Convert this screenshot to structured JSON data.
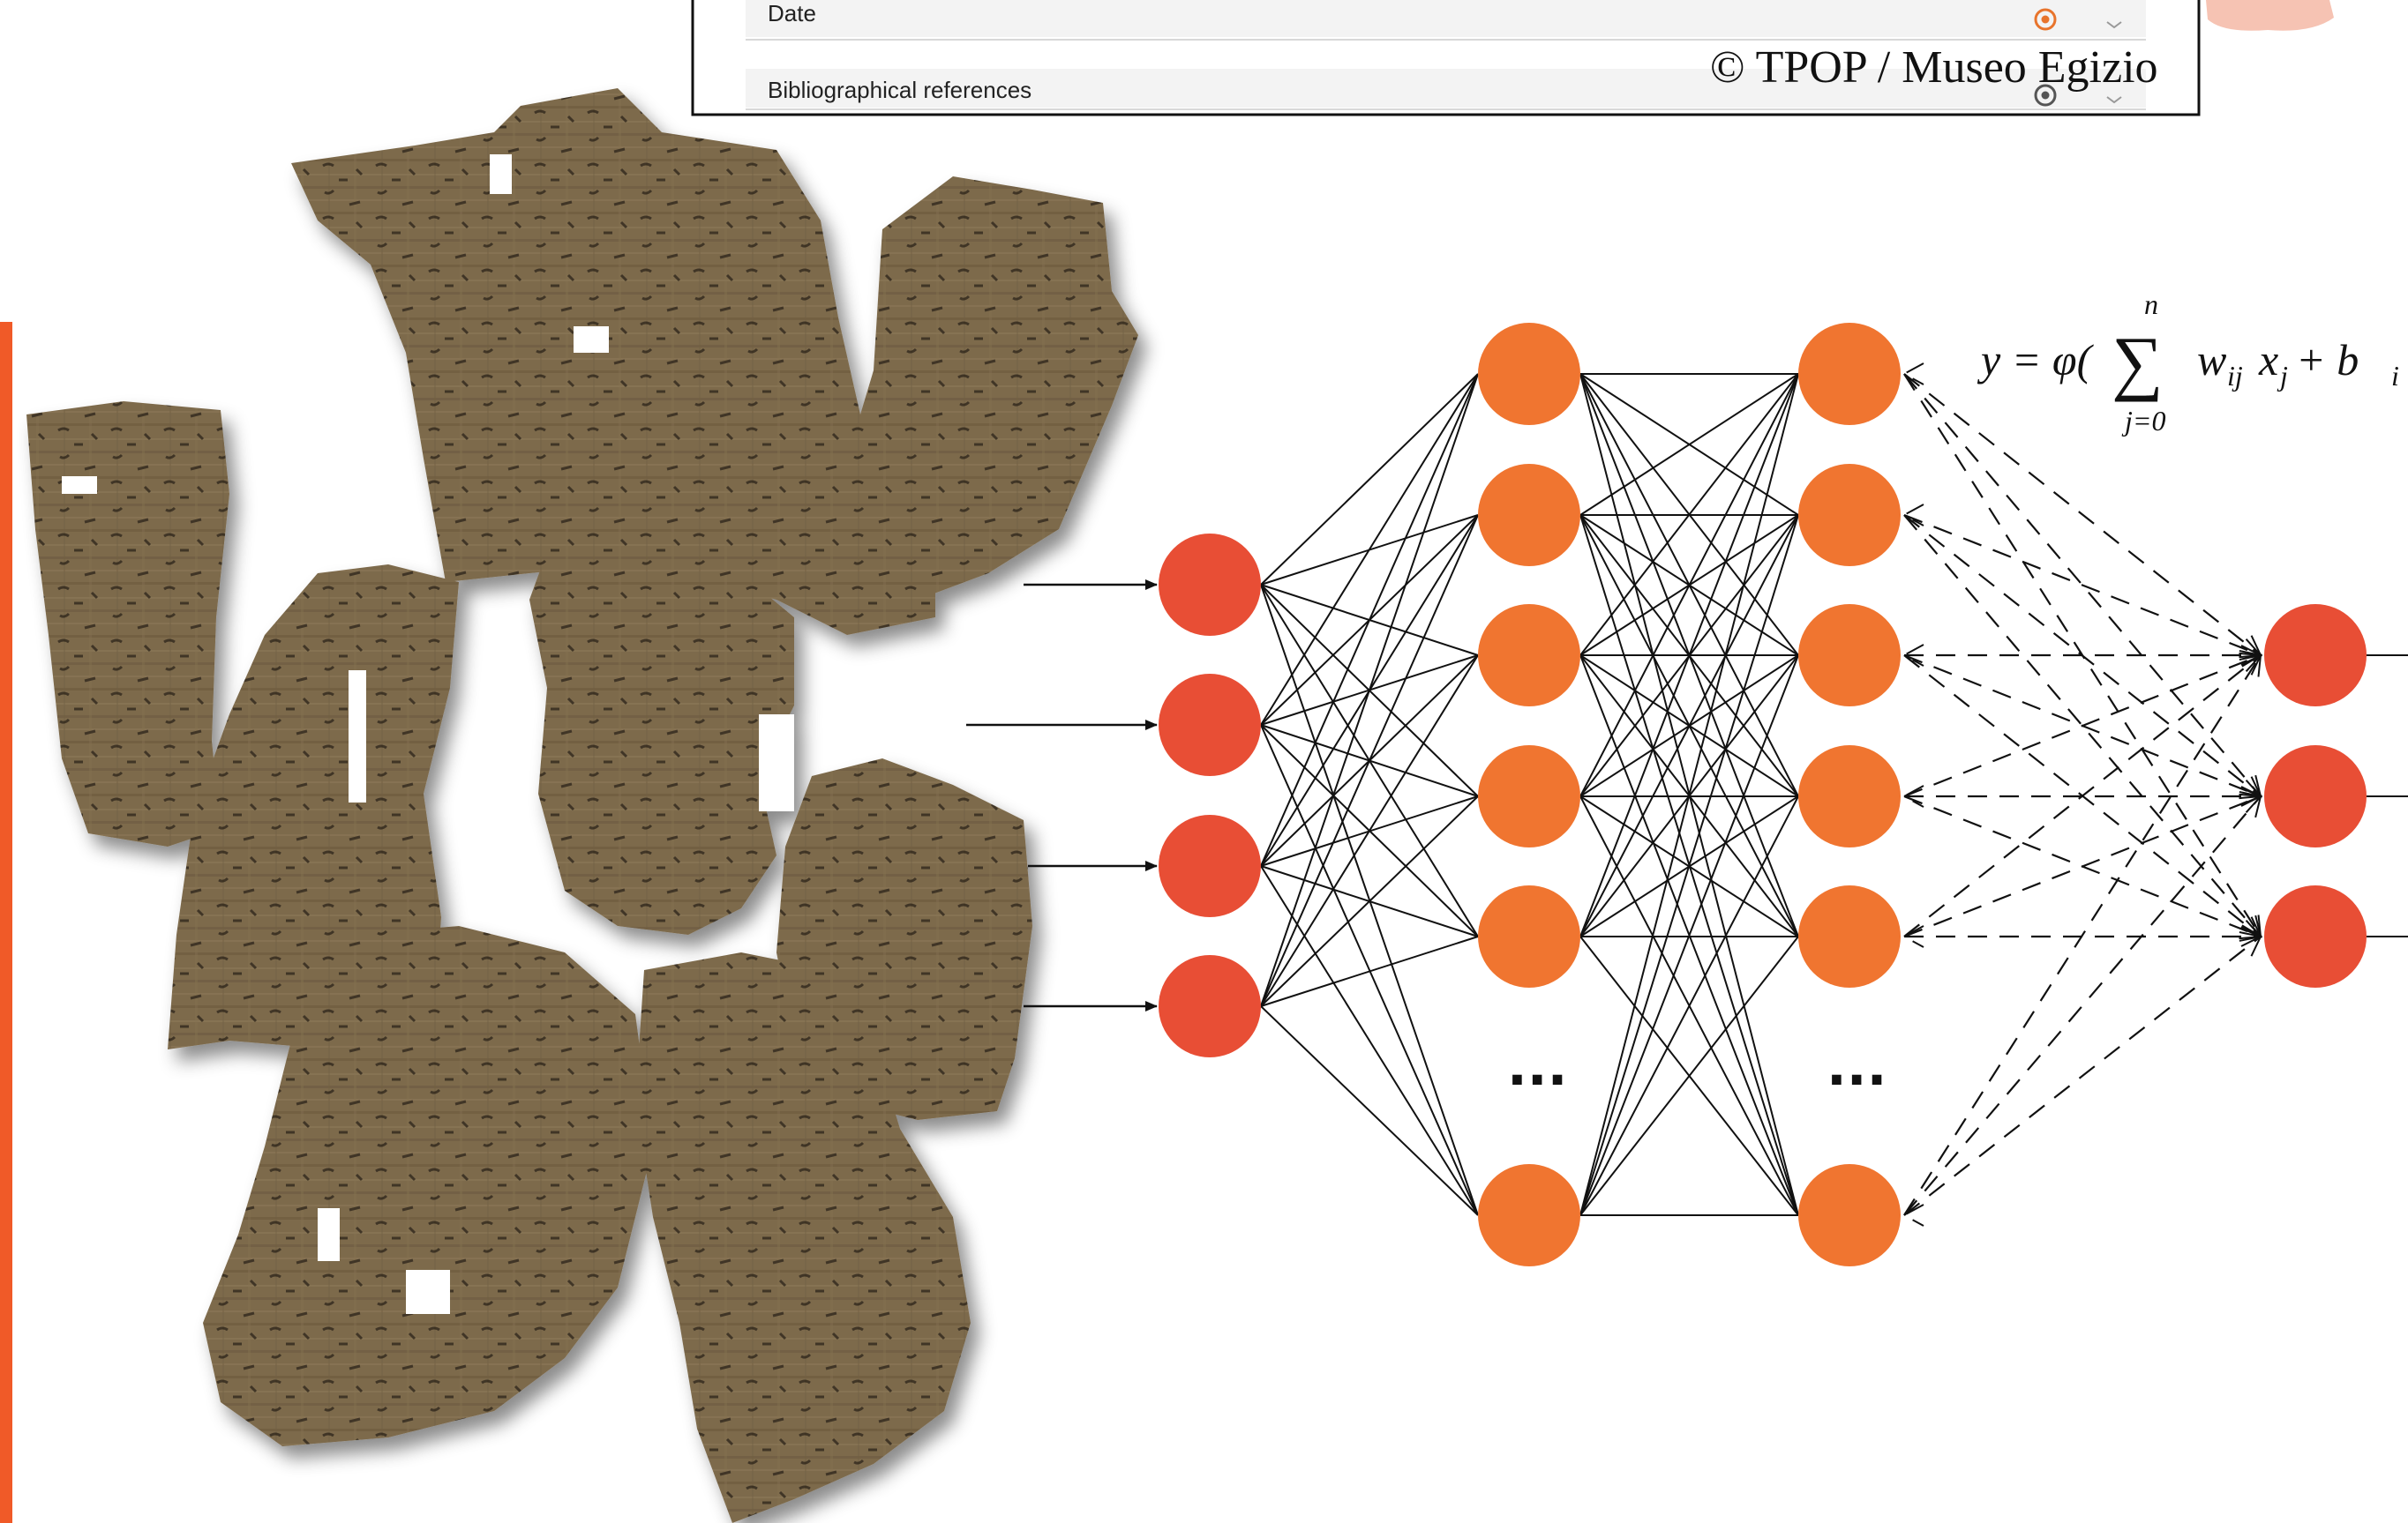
{
  "record_panel": {
    "fields": [
      {
        "label": "Date",
        "icon": "radio-icon",
        "icon_color": "#e8742c"
      },
      {
        "label": "Bibliographical references",
        "icon": "radio-icon",
        "icon_color": "#555555"
      }
    ]
  },
  "copyright": "© TPOP / Museo Egizio",
  "formula": {
    "lhs": "y = φ(",
    "sum": "∑",
    "upper": "n",
    "lower": "j=0",
    "body": "w",
    "w_sub": "ij",
    "x": "x",
    "x_sub": "j",
    "plus": " + b",
    "b_sub": "i"
  },
  "network": {
    "ellipsis": "...",
    "colors": {
      "input": "#e84e35",
      "hidden": "#f07530",
      "output": "#e84e35",
      "accent_bar": "#f05a28",
      "papyrus": "#7a6648"
    },
    "layers": [
      {
        "name": "input",
        "count": 4
      },
      {
        "name": "hidden-1",
        "count": 6,
        "ellipsis": true
      },
      {
        "name": "hidden-2",
        "count": 6,
        "ellipsis": true
      },
      {
        "name": "output",
        "count": 3
      }
    ]
  },
  "papyrus": {
    "fragments": 8
  }
}
